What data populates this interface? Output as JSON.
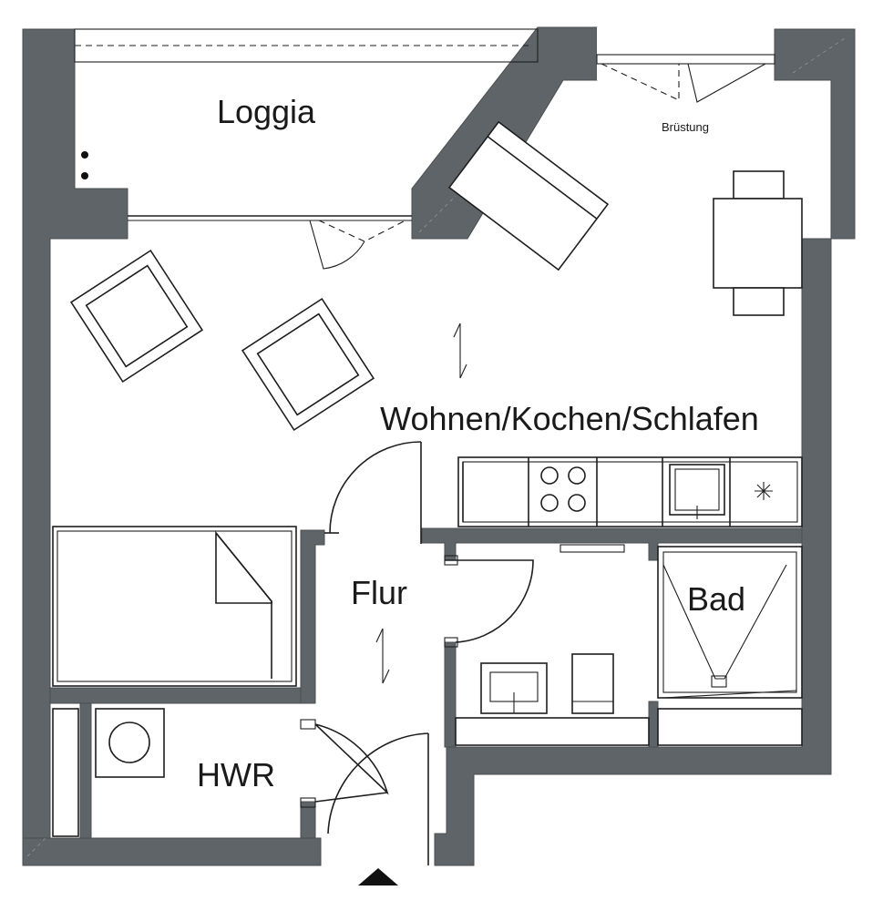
{
  "rooms": {
    "loggia": "Loggia",
    "living": "Wohnen/Kochen/Schlafen",
    "hallway": "Flur",
    "bathroom": "Bad",
    "utility": "HWR"
  },
  "annotations": {
    "parapet": "Brüstung"
  },
  "colors": {
    "wall": "#5f6468",
    "line": "#1e1e1e",
    "background": "#ffffff"
  },
  "icons": {
    "entrance": "entrance-arrow-icon",
    "stove": "stove-icon",
    "sink": "sink-icon",
    "fridge": "fridge-icon",
    "washer": "washing-machine-icon"
  }
}
